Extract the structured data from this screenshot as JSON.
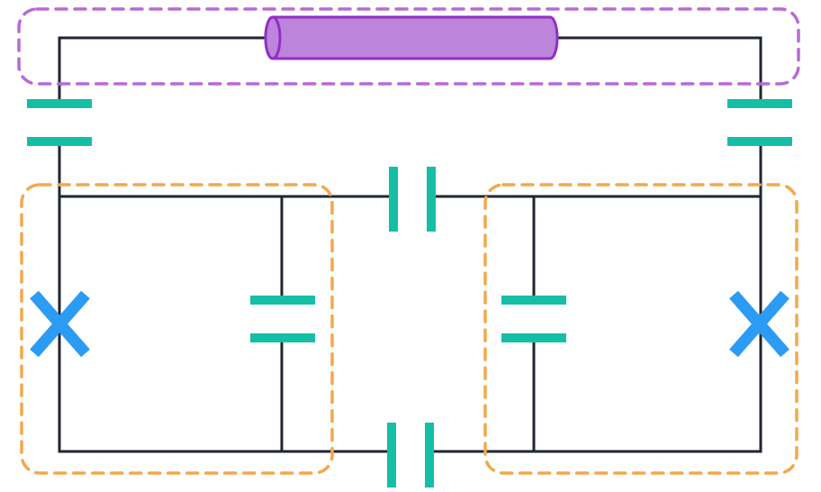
{
  "diagram": {
    "type": "circuit-schematic",
    "colors": {
      "background": "#ffffff",
      "wire": "#1f2533",
      "capacitor": "#14bfa6",
      "josephson_junction": "#2b9bf4",
      "resonator_fill": "#bd84dc",
      "resonator_stroke": "#9130c4",
      "coupler_group_outline": "#b86ad6",
      "qubit_group_outline": "#f2a94a"
    },
    "components": {
      "resonator": "resonator-cylinder-icon",
      "capacitor": "capacitor-icon",
      "josephson_junction": "josephson-junction-cross-icon"
    },
    "counts": {
      "capacitors": 6,
      "josephson_junctions": 2,
      "resonators": 1
    },
    "groups": {
      "top": "dashed-purple-outline",
      "left": "dashed-orange-outline",
      "right": "dashed-orange-outline"
    }
  }
}
